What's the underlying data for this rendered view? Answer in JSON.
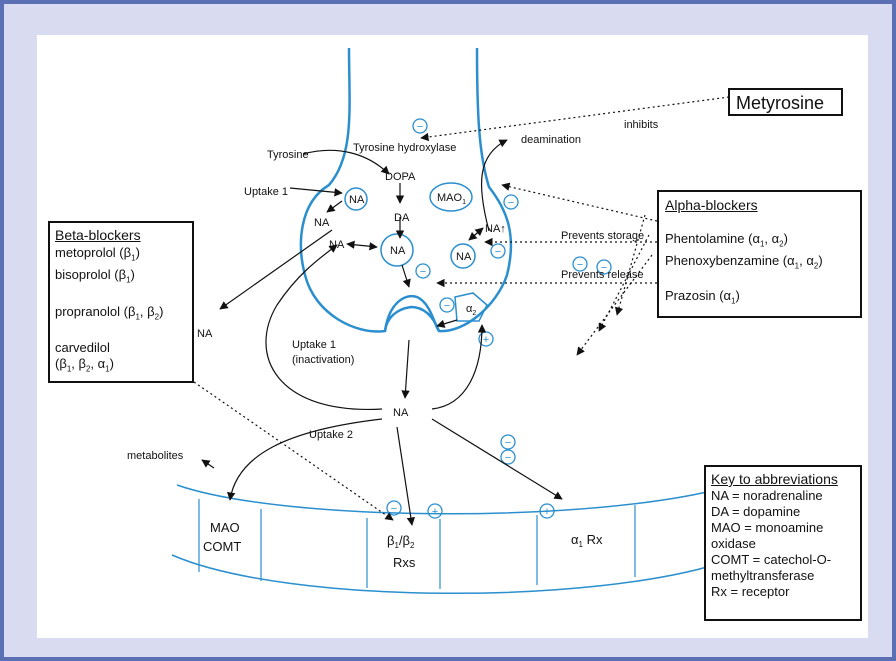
{
  "colors": {
    "outer_border": "#5a6fb4",
    "frame_bg": "#d9dcf0",
    "membrane": "#2b8fcf",
    "text": "#111111"
  },
  "metyrosine": {
    "label": "Metyrosine",
    "inhibits": "inhibits"
  },
  "neuron": {
    "tyrosine": "Tyrosine",
    "tyrosine_hydroxylase": "Tyrosine hydroxylase",
    "dopa": "DOPA",
    "da": "DA",
    "na": "NA",
    "na_up": "NA↑",
    "mao": "MAO",
    "mao_sub": "1",
    "uptake1": "Uptake 1",
    "deamination": "deamination",
    "prevents_storage": "Prevents storage",
    "prevents_release": "Prevents release",
    "alpha2": "α",
    "alpha2_sub": "2",
    "minus": "−",
    "plus": "+"
  },
  "cleft": {
    "na": "NA",
    "uptake1_inactivation_line1": "Uptake 1",
    "uptake1_inactivation_line2": "(inactivation)",
    "uptake2": "Uptake 2",
    "metabolites": "metabolites"
  },
  "postsynaptic": {
    "mao": "MAO",
    "comt": "COMT",
    "beta_receptors": "β",
    "beta_sub1": "1",
    "beta_sep": "/β",
    "beta_sub2": "2",
    "rxs": "Rxs",
    "alpha1": "α",
    "alpha1_sub": "1",
    "rx": " Rx"
  },
  "beta_blockers": {
    "title": "Beta-blockers",
    "items": [
      {
        "name": "metoprolol (β",
        "sub": "1",
        "end": ")"
      },
      {
        "name": "bisoprolol (β",
        "sub": "1",
        "end": ")"
      },
      {
        "name": "propranolol (β",
        "sub": "1",
        "mid": ", β",
        "sub2": "2",
        "end": ")"
      },
      {
        "name": "carvedilol",
        "line2a": "(β",
        "s1": "1",
        "line2b": ", β",
        "s2": "2",
        "line2c": ", α",
        "s3": "1",
        "line2d": ")"
      }
    ]
  },
  "alpha_blockers": {
    "title": "Alpha-blockers",
    "phentolamine": "Phentolamine (α",
    "phenoxybenzamine": "Phenoxybenzamine (α",
    "prazosin": "Prazosin (α"
  },
  "key": {
    "title": "Key to abbreviations",
    "lines": [
      "NA = noradrenaline",
      "DA = dopamine",
      "MAO = monoamine",
      "oxidase",
      "COMT = catechol-O-",
      "methyltransferase",
      "Rx = receptor"
    ]
  }
}
